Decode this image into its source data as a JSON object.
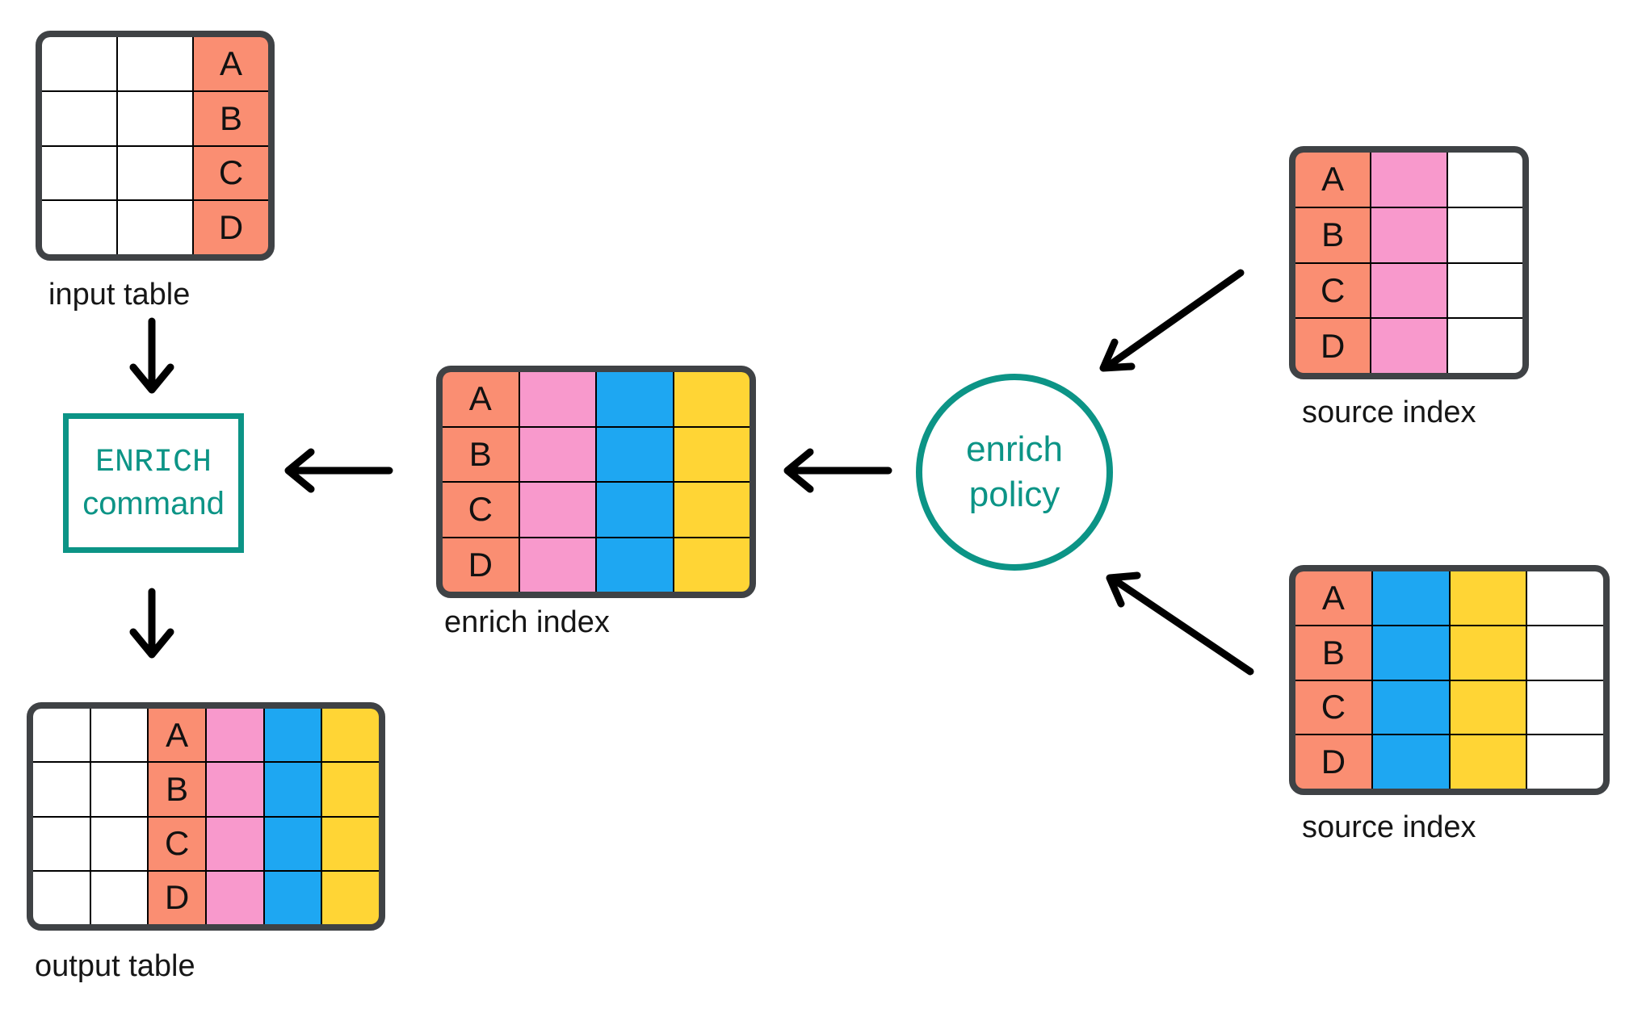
{
  "colors": {
    "salmon": "#FA8E72",
    "pink": "#F899CC",
    "blue": "#1EA7F2",
    "yellow": "#FFD535",
    "teal": "#0C9486",
    "table_border": "#3F4245",
    "grid_line": "#000000",
    "arrow": "#000000",
    "label_text": "#161616",
    "cell_text": "#111111",
    "white": "#FFFFFF"
  },
  "nodes": {
    "enrich_command": {
      "line1": "ENRICH",
      "line2": "command"
    },
    "enrich_policy": {
      "line1": "enrich",
      "line2": "policy"
    }
  },
  "tables": {
    "input_table": {
      "label": "input table",
      "row_labels": [
        "A",
        "B",
        "C",
        "D"
      ],
      "columns": [
        {
          "fill": "white",
          "show_labels": false
        },
        {
          "fill": "white",
          "show_labels": false
        },
        {
          "fill": "salmon",
          "show_labels": true
        }
      ]
    },
    "enrich_index": {
      "label": "enrich index",
      "row_labels": [
        "A",
        "B",
        "C",
        "D"
      ],
      "columns": [
        {
          "fill": "salmon",
          "show_labels": true
        },
        {
          "fill": "pink",
          "show_labels": false
        },
        {
          "fill": "blue",
          "show_labels": false
        },
        {
          "fill": "yellow",
          "show_labels": false
        }
      ]
    },
    "source_index_top": {
      "label": "source index",
      "row_labels": [
        "A",
        "B",
        "C",
        "D"
      ],
      "columns": [
        {
          "fill": "salmon",
          "show_labels": true
        },
        {
          "fill": "pink",
          "show_labels": false
        },
        {
          "fill": "white",
          "show_labels": false
        }
      ]
    },
    "source_index_bottom": {
      "label": "source index",
      "row_labels": [
        "A",
        "B",
        "C",
        "D"
      ],
      "columns": [
        {
          "fill": "salmon",
          "show_labels": true
        },
        {
          "fill": "blue",
          "show_labels": false
        },
        {
          "fill": "yellow",
          "show_labels": false
        },
        {
          "fill": "white",
          "show_labels": false
        }
      ]
    },
    "output_table": {
      "label": "output table",
      "row_labels": [
        "A",
        "B",
        "C",
        "D"
      ],
      "columns": [
        {
          "fill": "white",
          "show_labels": false
        },
        {
          "fill": "white",
          "show_labels": false
        },
        {
          "fill": "salmon",
          "show_labels": true
        },
        {
          "fill": "pink",
          "show_labels": false
        },
        {
          "fill": "blue",
          "show_labels": false
        },
        {
          "fill": "yellow",
          "show_labels": false
        }
      ]
    }
  },
  "edges": [
    {
      "from": "input table",
      "to": "ENRICH command"
    },
    {
      "from": "enrich index",
      "to": "ENRICH command"
    },
    {
      "from": "enrich policy",
      "to": "enrich index"
    },
    {
      "from": "source index (top)",
      "to": "enrich policy"
    },
    {
      "from": "source index (bottom)",
      "to": "enrich policy"
    },
    {
      "from": "ENRICH command",
      "to": "output table"
    }
  ]
}
